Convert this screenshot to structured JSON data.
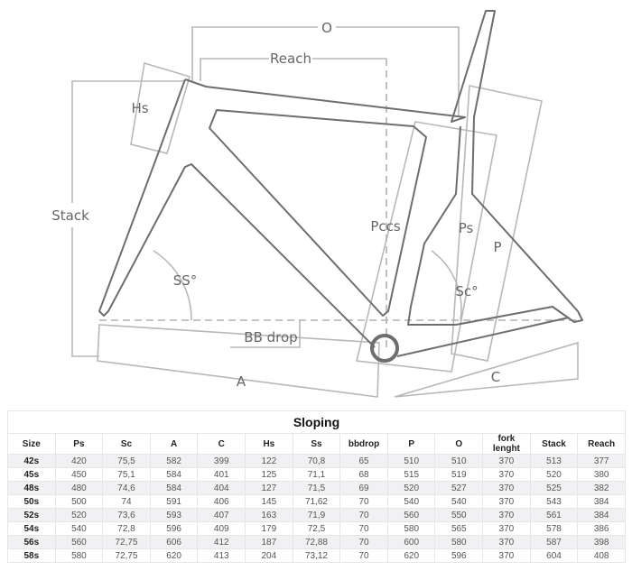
{
  "diagram": {
    "labels": {
      "o": "O",
      "reach": "Reach",
      "hs": "Hs",
      "stack": "Stack",
      "pccs": "Pccs",
      "ps": "Ps",
      "p": "P",
      "ss": "SS°",
      "sc": "Sc°",
      "bb_drop": "BB drop",
      "a": "A",
      "c": "C"
    }
  },
  "table": {
    "title": "Sloping",
    "headers": [
      "Size",
      "Ps",
      "Sc",
      "A",
      "C",
      "Hs",
      "Ss",
      "bbdrop",
      "P",
      "O",
      "fork lenght",
      "Stack",
      "Reach"
    ],
    "rows": [
      [
        "42s",
        "420",
        "75,5",
        "582",
        "399",
        "122",
        "70,8",
        "65",
        "510",
        "510",
        "370",
        "513",
        "377"
      ],
      [
        "45s",
        "450",
        "75,1",
        "584",
        "401",
        "125",
        "71,1",
        "68",
        "515",
        "519",
        "370",
        "520",
        "380"
      ],
      [
        "48s",
        "480",
        "74,6",
        "584",
        "404",
        "127",
        "71,5",
        "69",
        "520",
        "527",
        "370",
        "525",
        "382"
      ],
      [
        "50s",
        "500",
        "74",
        "591",
        "406",
        "145",
        "71,62",
        "70",
        "540",
        "540",
        "370",
        "543",
        "384"
      ],
      [
        "52s",
        "520",
        "73,6",
        "593",
        "407",
        "163",
        "71,9",
        "70",
        "560",
        "550",
        "370",
        "561",
        "384"
      ],
      [
        "54s",
        "540",
        "72,8",
        "596",
        "409",
        "179",
        "72,5",
        "70",
        "580",
        "565",
        "370",
        "578",
        "386"
      ],
      [
        "56s",
        "560",
        "72,75",
        "606",
        "412",
        "187",
        "72,88",
        "70",
        "600",
        "580",
        "370",
        "587",
        "398"
      ],
      [
        "58s",
        "580",
        "72,75",
        "620",
        "413",
        "204",
        "73,12",
        "70",
        "620",
        "596",
        "370",
        "604",
        "408"
      ]
    ]
  }
}
